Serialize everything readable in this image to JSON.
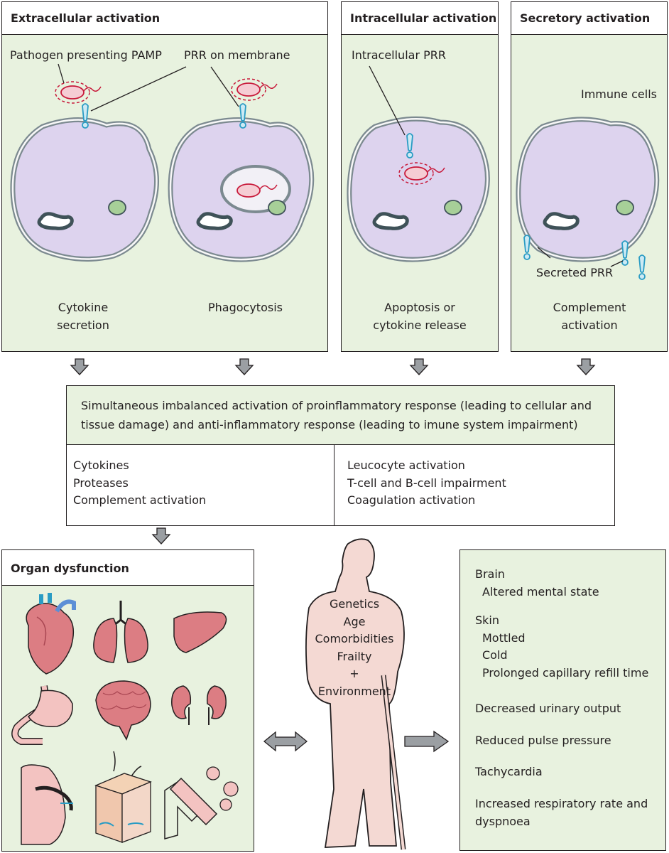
{
  "panels": {
    "extracellular": {
      "title": "Extracellular activation",
      "label_pathogen": "Pathogen presenting PAMP",
      "label_prr": "PRR on membrane",
      "outcome_left": [
        "Cytokine",
        "secretion"
      ],
      "outcome_right": "Phagocytosis"
    },
    "intracellular": {
      "title": "Intracellular activation",
      "label_prr": "Intracellular PRR",
      "outcome": [
        "Apoptosis or",
        "cytokine release"
      ]
    },
    "secretory": {
      "title": "Secretory activation",
      "label_cells": "Immune cells",
      "label_secreted": "Secreted PRR",
      "outcome": [
        "Complement",
        "activation"
      ]
    }
  },
  "summary": {
    "lines": [
      "Simultaneous imbalanced activation of proinflammatory response (leading to cellular and",
      "tissue damage) and anti-inflammatory response (leading to imune system impairment)"
    ],
    "left_list": [
      "Cytokines",
      "Proteases",
      "Complement activation"
    ],
    "right_list": [
      "Leucocyte activation",
      "T-cell and B-cell impairment",
      "Coagulation activation"
    ]
  },
  "organ": {
    "title": "Organ dysfunction"
  },
  "person": {
    "factors": [
      "Genetics",
      "Age",
      "Comorbidities",
      "Frailty",
      "+",
      "Environment"
    ]
  },
  "symptoms": {
    "brain": "Brain",
    "brain_1": "Altered mental state",
    "skin": "Skin",
    "skin_1": "Mottled",
    "skin_2": "Cold",
    "skin_3": "Prolonged capillary refill time",
    "urine": "Decreased urinary output",
    "pulse": "Reduced pulse pressure",
    "tachy": "Tachycardia",
    "resp_1": "Increased respiratory rate and",
    "resp_2": "dyspnoea"
  },
  "colors": {
    "panel_bg": "#e8f2df",
    "cell_fill": "#ddd3ee",
    "pathogen": "#c8193a",
    "receptor": "#2a9cc4",
    "arrow": "#9b9fa3",
    "organ_pink": "#dc7d83",
    "person": "#f4d9d3"
  }
}
